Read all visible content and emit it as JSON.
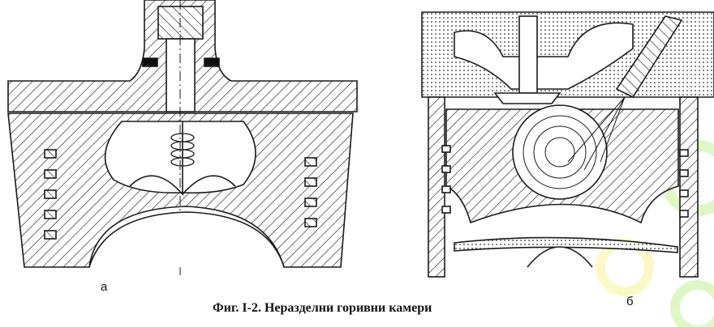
{
  "figure": {
    "caption": "Фиг. I-2. Неразделни горивни камери",
    "label_a": "а",
    "label_b": "б"
  },
  "colors": {
    "ink": "#1a1a1a",
    "watermark_green": "#c8f5a0",
    "watermark_yellow": "#f8f5a0"
  }
}
